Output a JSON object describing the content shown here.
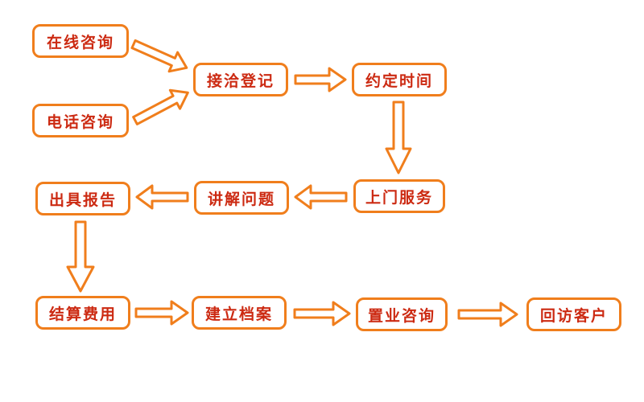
{
  "diagram": {
    "nodes": [
      {
        "id": "online-consult",
        "label": "在线咨询"
      },
      {
        "id": "phone-consult",
        "label": "电话咨询"
      },
      {
        "id": "reception-register",
        "label": "接洽登记"
      },
      {
        "id": "schedule-time",
        "label": "约定时间"
      },
      {
        "id": "onsite-service",
        "label": "上门服务"
      },
      {
        "id": "explain-issues",
        "label": "讲解问题"
      },
      {
        "id": "issue-report",
        "label": "出具报告"
      },
      {
        "id": "settle-fees",
        "label": "结算费用"
      },
      {
        "id": "create-archive",
        "label": "建立档案"
      },
      {
        "id": "property-consult",
        "label": "置业咨询"
      },
      {
        "id": "follow-up-visit",
        "label": "回访客户"
      }
    ],
    "edges": [
      {
        "from": "online-consult",
        "to": "reception-register"
      },
      {
        "from": "phone-consult",
        "to": "reception-register"
      },
      {
        "from": "reception-register",
        "to": "schedule-time"
      },
      {
        "from": "schedule-time",
        "to": "onsite-service"
      },
      {
        "from": "onsite-service",
        "to": "explain-issues"
      },
      {
        "from": "explain-issues",
        "to": "issue-report"
      },
      {
        "from": "issue-report",
        "to": "settle-fees"
      },
      {
        "from": "settle-fees",
        "to": "create-archive"
      },
      {
        "from": "create-archive",
        "to": "property-consult"
      },
      {
        "from": "property-consult",
        "to": "follow-up-visit"
      }
    ],
    "colors": {
      "border": "#f07e1c",
      "text": "#cc2a12",
      "background": "#ffffff"
    }
  }
}
